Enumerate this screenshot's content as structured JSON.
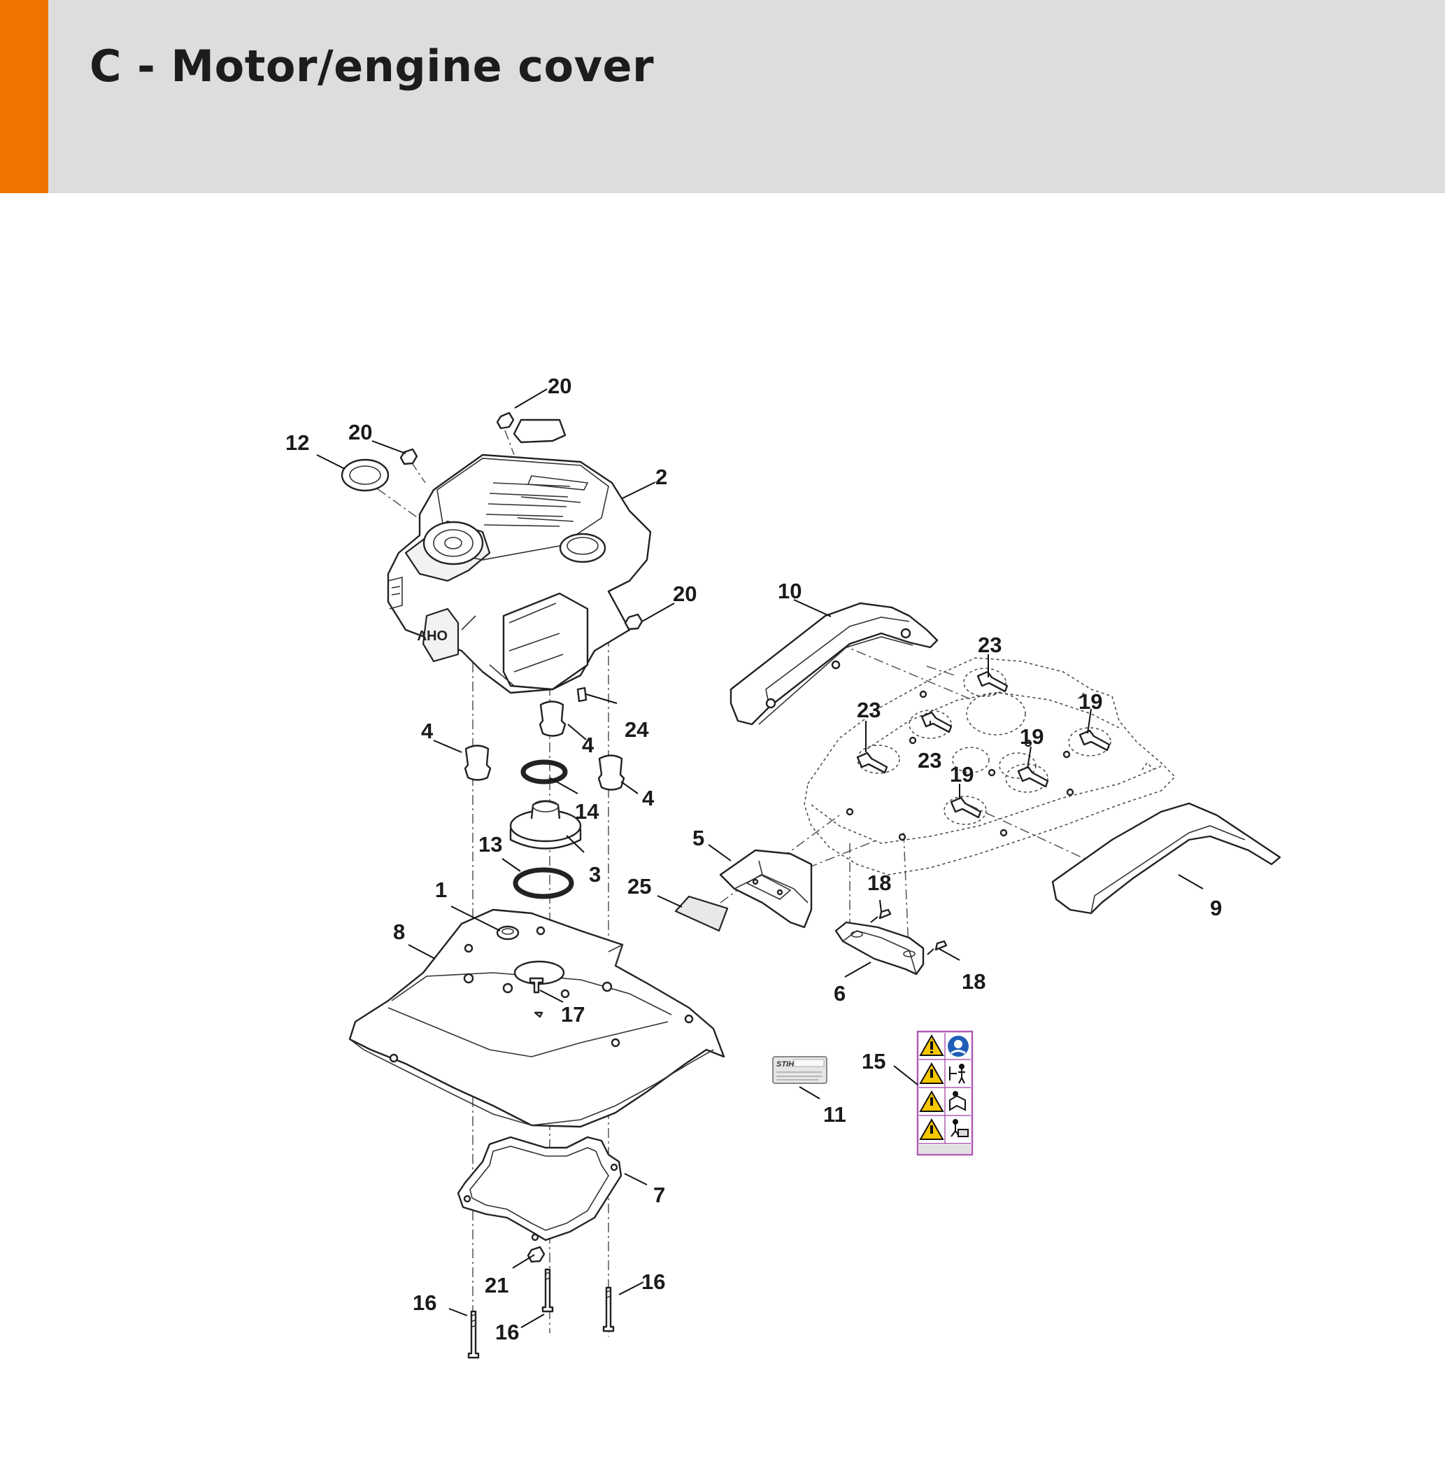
{
  "header": {
    "title": "C - Motor/engine cover",
    "accent_color": "#f07300",
    "background_color": "#dcdddc"
  },
  "diagram": {
    "callouts": [
      {
        "id": "c20a",
        "label": "20"
      },
      {
        "id": "c20b",
        "label": "20"
      },
      {
        "id": "c12",
        "label": "12"
      },
      {
        "id": "c2",
        "label": "2"
      },
      {
        "id": "c20c",
        "label": "20"
      },
      {
        "id": "c10",
        "label": "10"
      },
      {
        "id": "c23a",
        "label": "23"
      },
      {
        "id": "c23b",
        "label": "23"
      },
      {
        "id": "c23c",
        "label": "23"
      },
      {
        "id": "c19a",
        "label": "19"
      },
      {
        "id": "c19b",
        "label": "19"
      },
      {
        "id": "c19c",
        "label": "19"
      },
      {
        "id": "c4a",
        "label": "4"
      },
      {
        "id": "c4b",
        "label": "4"
      },
      {
        "id": "c4c",
        "label": "4"
      },
      {
        "id": "c24",
        "label": "24"
      },
      {
        "id": "c14",
        "label": "14"
      },
      {
        "id": "c13",
        "label": "13"
      },
      {
        "id": "c3",
        "label": "3"
      },
      {
        "id": "c1",
        "label": "1"
      },
      {
        "id": "c8",
        "label": "8"
      },
      {
        "id": "c5",
        "label": "5"
      },
      {
        "id": "c25",
        "label": "25"
      },
      {
        "id": "c18a",
        "label": "18"
      },
      {
        "id": "c18b",
        "label": "18"
      },
      {
        "id": "c9",
        "label": "9"
      },
      {
        "id": "c6",
        "label": "6"
      },
      {
        "id": "c17",
        "label": "17"
      },
      {
        "id": "c15",
        "label": "15"
      },
      {
        "id": "c11",
        "label": "11"
      },
      {
        "id": "c7",
        "label": "7"
      },
      {
        "id": "c21",
        "label": "21"
      },
      {
        "id": "c16a",
        "label": "16"
      },
      {
        "id": "c16b",
        "label": "16"
      },
      {
        "id": "c16c",
        "label": "16"
      }
    ],
    "label_11_logo": "STIHL"
  }
}
